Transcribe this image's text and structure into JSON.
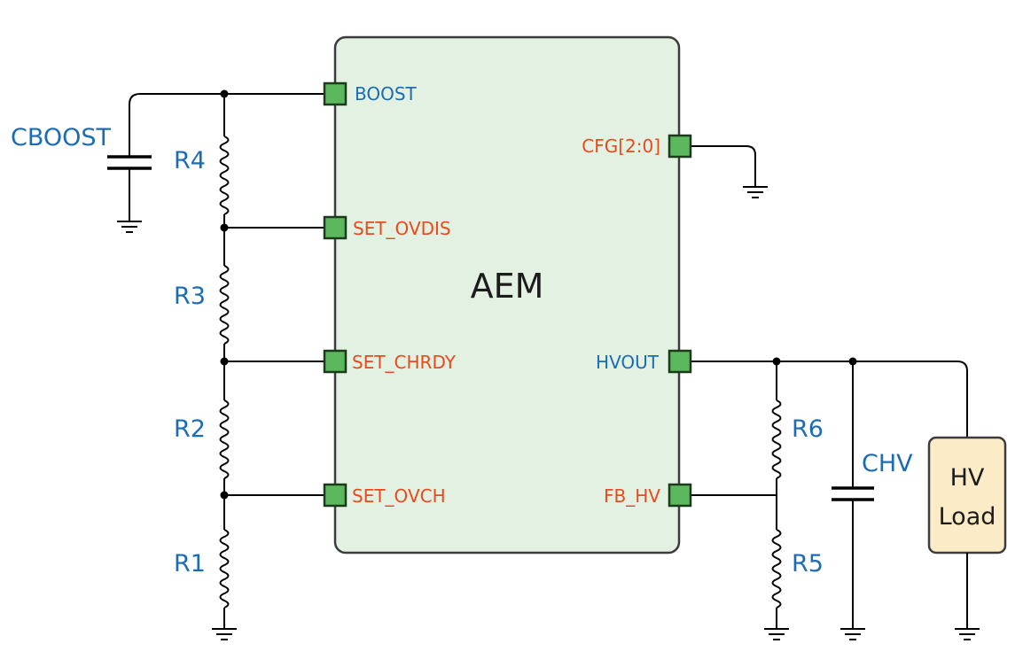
{
  "chip": {
    "name": "AEM"
  },
  "pins": {
    "boost": "BOOST",
    "set_ovdis": "SET_OVDIS",
    "set_chrdy": "SET_CHRDY",
    "set_ovch": "SET_OVCH",
    "cfg": "CFG[2:0]",
    "hvout": "HVOUT",
    "fb_hv": "FB_HV"
  },
  "components": {
    "cboost": "CBOOST",
    "r4": "R4",
    "r3": "R3",
    "r2": "R2",
    "r1": "R1",
    "r6": "R6",
    "r5": "R5",
    "chv": "CHV"
  },
  "load": {
    "line1": "HV",
    "line2": "Load"
  },
  "colors": {
    "chip_fill": "#e3f1e3",
    "pin_fill": "#5cb85c",
    "red_pin_text": "#e84a1c",
    "blue_text": "#1a6db5",
    "load_fill": "#fbebc6"
  }
}
